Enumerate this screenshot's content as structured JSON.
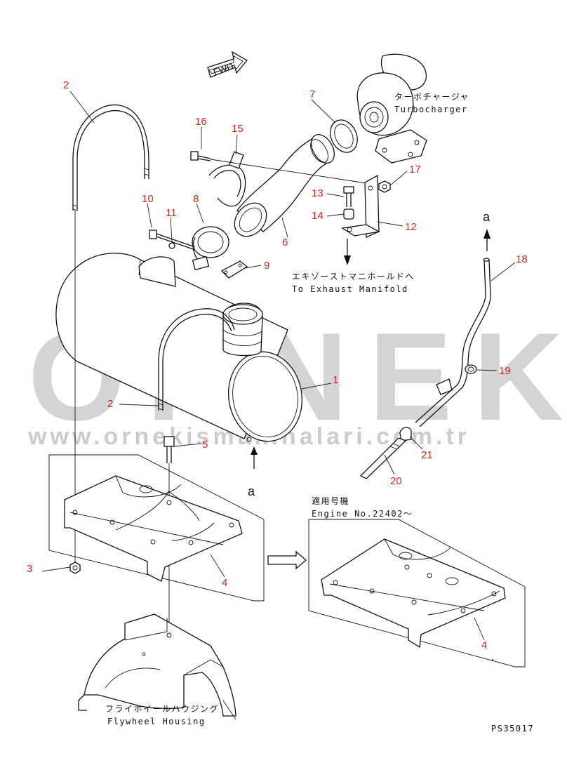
{
  "fwd_label": "FWD",
  "labels": {
    "turbo_jp": "ターボチャージャ",
    "turbo_en": "Turbocharger",
    "exhaust_jp": "エキゾーストマニホールドへ",
    "exhaust_en": "To Exhaust Manifold",
    "applicable_jp": "適用号機",
    "engine_no": "Engine No.22402～",
    "flywheel_jp": "フライホイールハウジング",
    "flywheel_en": "Flywheel Housing",
    "drawing_code": "PS35017"
  },
  "ref_letter": "a",
  "part_numbers": [
    "1",
    "2",
    "2",
    "3",
    "4",
    "4",
    "5",
    "6",
    "7",
    "8",
    "9",
    "10",
    "11",
    "12",
    "13",
    "14",
    "15",
    "16",
    "17",
    "18",
    "19",
    "20",
    "21"
  ],
  "watermark": {
    "brand": "ÖRNEK",
    "url": "www.ornekismakinalari.com.tr",
    "accent_color": "#f2d36b"
  },
  "colors": {
    "part_number": "#d0271d",
    "line": "#111111"
  }
}
